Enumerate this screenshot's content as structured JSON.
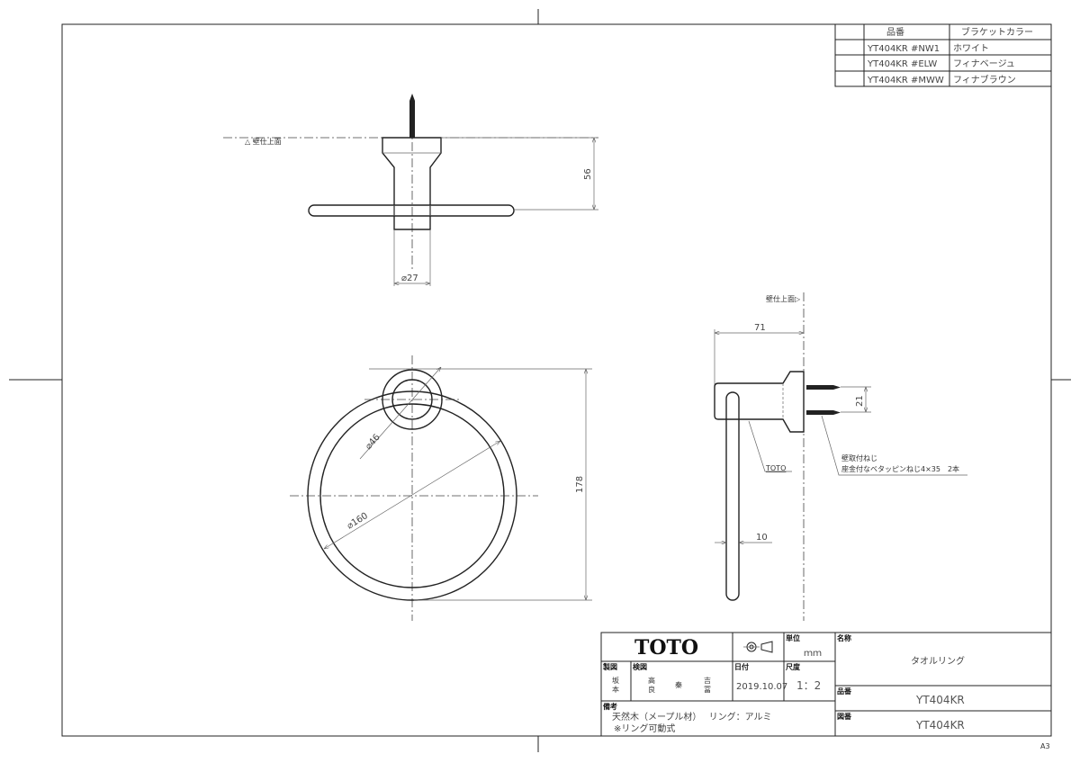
{
  "sheet_size": "A3",
  "variant_table": {
    "headers": [
      "品番",
      "ブラケットカラー"
    ],
    "rows": [
      {
        "part": "YT404KR #NW1",
        "color": "ホワイト"
      },
      {
        "part": "YT404KR #ELW",
        "color": "フィナベージュ"
      },
      {
        "part": "YT404KR #MWW",
        "color": "フィナブラウン"
      }
    ]
  },
  "top_view": {
    "wall_label": "△ 壁仕上面",
    "dim_height": "56",
    "dim_diameter": "⌀27"
  },
  "front_view": {
    "dim_small": "⌀46",
    "dim_ring": "⌀160",
    "dim_height": "178"
  },
  "side_view": {
    "wall_label": "壁仕上面▷",
    "dim_depth": "71",
    "dim_screw_pitch": "21",
    "dim_ring_thickness": "10",
    "logo_callout": "TOTO",
    "screw_note_1": "壁取付ねじ",
    "screw_note_2": "座金付なベタッピンねじ4×35　2本"
  },
  "title_block": {
    "logo": "TOTO",
    "unit_label": "単位",
    "unit_value": "ｍｍ",
    "name_label": "名称",
    "name_value": "タオルリング",
    "drawn_label": "製図",
    "drawn_value_1": "坂",
    "drawn_value_2": "本",
    "checked_label": "検図",
    "checked_1a": "高",
    "checked_1b": "良",
    "checked_2": "秦",
    "checked_3a": "吉",
    "checked_3b": "冨",
    "date_label": "日付",
    "date_value": "2019.10.07",
    "scale_label": "尺度",
    "scale_value": "1：2",
    "part_label": "品番",
    "part_value": "YT404KR",
    "drawing_label": "図番",
    "drawing_value": "YT404KR",
    "remarks_label": "備考",
    "remarks_line_1": "天然木（メープル材）　 リング：アルミ",
    "remarks_line_2": "※リング可動式"
  }
}
